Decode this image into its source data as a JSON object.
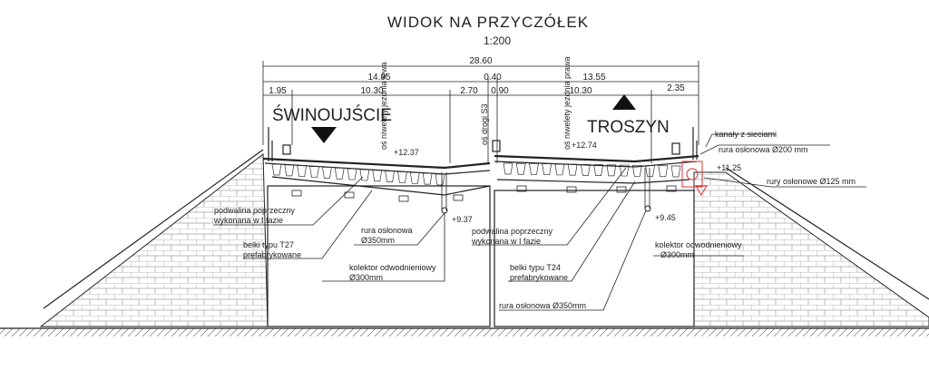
{
  "title": "WIDOK NA PRZYCZÓŁEK",
  "scale": "1:200",
  "colors": {
    "ink": "#222222",
    "utility_red": "#e03030",
    "background": "#ffffff"
  },
  "dimensions": {
    "overall": "28.60",
    "left_half": "14.95",
    "gap": "0.40",
    "right_half": "13.55",
    "left_sidewalk": "1.95",
    "left_roadway": "10.30",
    "left_median": "2.70",
    "center_left": "0.90",
    "right_roadway": "10.30",
    "right_sidewalk": "2.35"
  },
  "directions": {
    "left": "ŚWINOUJŚCIE",
    "right": "TROSZYN"
  },
  "axes": {
    "left_grade": "oś niwelety jezdnia lewa",
    "road_axis": "oś drogi S3",
    "right_grade": "oś niwelety jezdnia prawa",
    "center_dim": "0.90"
  },
  "elevations": {
    "left_deck": "+12.37",
    "right_deck": "+12.74",
    "left_bottom": "+9.37",
    "right_bottom": "+9.45",
    "utility": "+11.25"
  },
  "notes": {
    "utility_channels": "kanały z sieciami",
    "pipe_200": "rura osłonowa Ø200 mm",
    "pipes_125": "rury osłonowe Ø125 mm",
    "cross_beam_left_1": "podwalina poprzeczny",
    "cross_beam_left_2": "wykonana w I fazie",
    "beams_t27_1": "belki typu T27",
    "beams_t27_2": "prefabrykowane",
    "pipe_350_left_1": "rura osłonowa",
    "pipe_350_left_2": "Ø350mm",
    "collector_left_1": "kolektor odwodnieniowy",
    "collector_left_2": "Ø300mm",
    "cross_beam_right_1": "podwalina poprzeczny",
    "cross_beam_right_2": "wykonana w I fazie",
    "beams_t24_1": "belki typu T24",
    "beams_t24_2": "prefabrykowane",
    "pipe_350_right": "rura osłonowa Ø350mm",
    "collector_right_1": "kolektor odwodnieniowy",
    "collector_right_2": "Ø300mm"
  }
}
